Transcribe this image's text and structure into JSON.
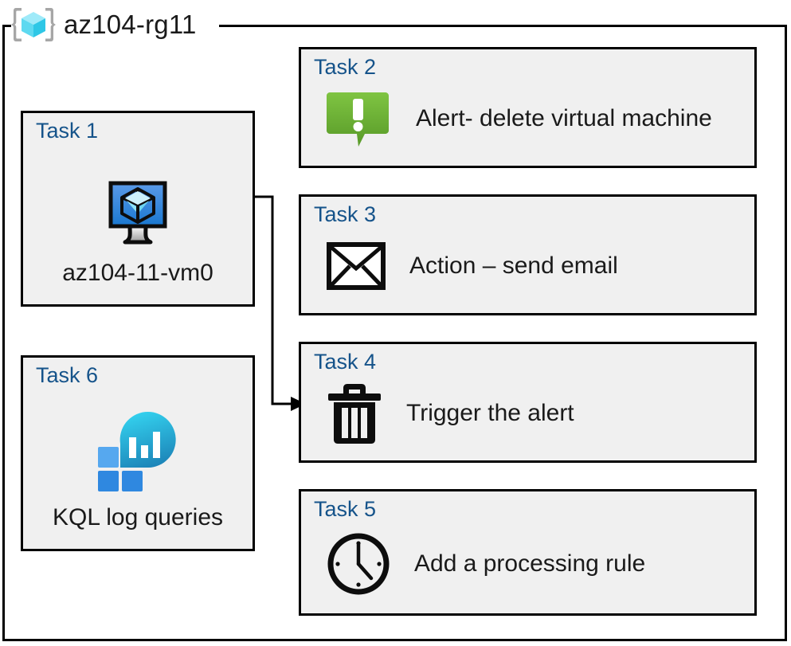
{
  "diagram": {
    "title": "az104-rg11",
    "title_icon": "resource-group-icon",
    "accent_label_color": "#15538a",
    "box_fill_color": "#f0f0f0",
    "box_border_color": "#000000",
    "alert_icon_color": "#7ac143",
    "vm_icon_color": "#2e8ad8",
    "loganalytics_icon_color": "#2fc6e6"
  },
  "tasks": [
    {
      "id": "task1",
      "label": "Task 1",
      "caption": "az104-11-vm0",
      "icon": "virtual-machine-icon",
      "layout": "vertical"
    },
    {
      "id": "task2",
      "label": "Task 2",
      "caption": "Alert- delete virtual machine",
      "icon": "alert-icon",
      "layout": "horizontal"
    },
    {
      "id": "task3",
      "label": "Task 3",
      "caption": "Action – send email",
      "icon": "email-icon",
      "layout": "horizontal"
    },
    {
      "id": "task4",
      "label": "Task 4",
      "caption": "Trigger the alert",
      "icon": "trash-icon",
      "layout": "horizontal"
    },
    {
      "id": "task5",
      "label": "Task 5",
      "caption": "Add a processing rule",
      "icon": "clock-icon",
      "layout": "horizontal"
    },
    {
      "id": "task6",
      "label": "Task 6",
      "caption": "KQL log queries",
      "icon": "log-analytics-icon",
      "layout": "vertical"
    }
  ],
  "connectors": [
    {
      "from": "task1-vm-icon",
      "to": "task4",
      "arrow": "right"
    }
  ]
}
